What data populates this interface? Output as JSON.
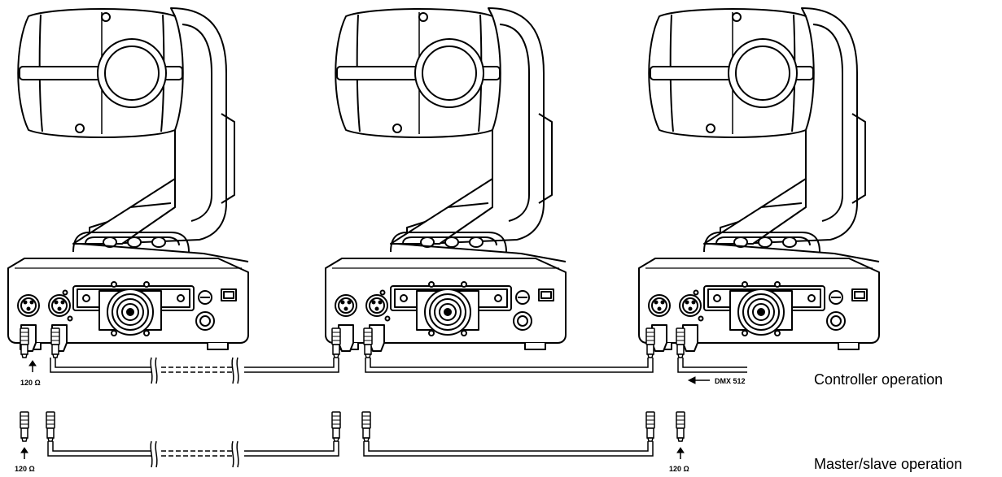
{
  "labels": {
    "controller_operation": "Controller operation",
    "master_slave_operation": "Master/slave operation",
    "dmx": "DMX 512",
    "terminator_1": "120 Ω",
    "terminator_2": "120 Ω",
    "terminator_3": "120 Ω"
  },
  "fixtures": [
    "moving-head-1",
    "moving-head-2",
    "moving-head-3"
  ],
  "colors": {
    "line": "#000000",
    "fill": "#ffffff"
  }
}
